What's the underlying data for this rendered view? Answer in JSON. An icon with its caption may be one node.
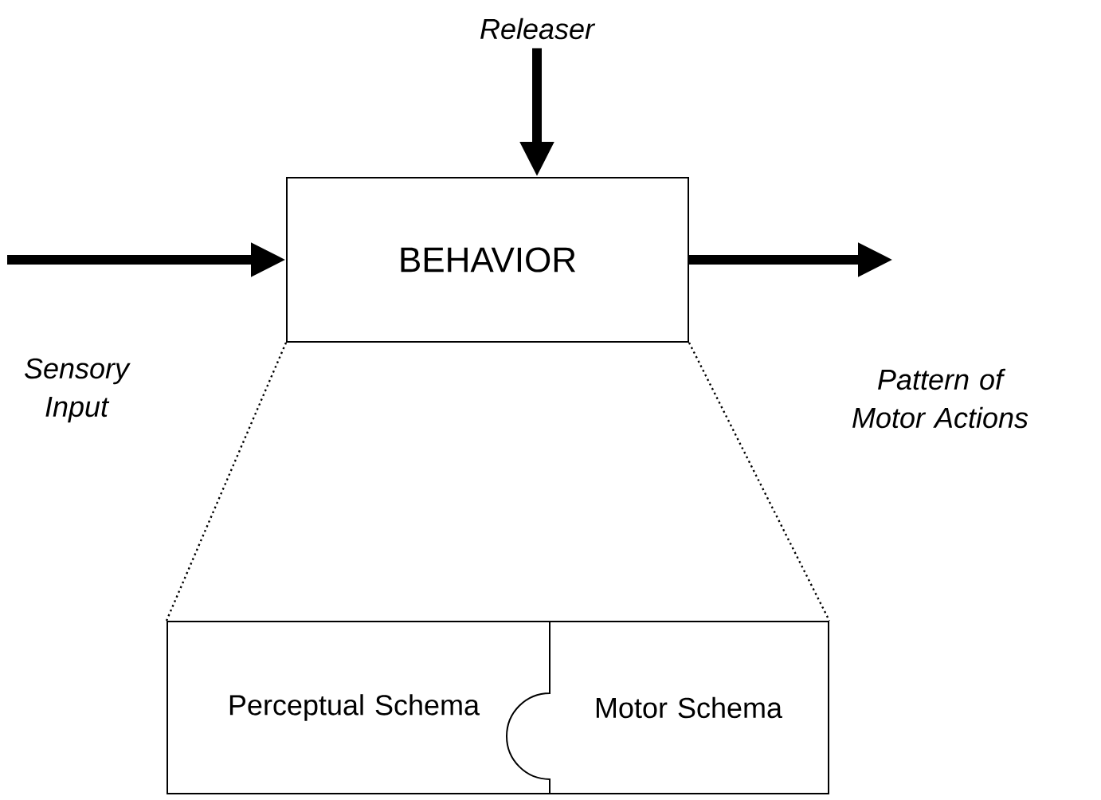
{
  "diagram": {
    "nodes": [
      {
        "text": [
          "Releaser"
        ]
      },
      {
        "text": [
          "BEHAVIOR"
        ]
      },
      {
        "text": [],
        "shape": "box"
      },
      {
        "text": [
          "Perceptual Schema"
        ],
        "in": 2
      },
      {
        "text": [
          "Motor Schema"
        ],
        "in": 2
      }
    ],
    "edges": [
      {
        "from": 0,
        "to": 1,
        "arrow": "to"
      },
      {
        "from": null,
        "to": 1,
        "arrow": "to"
      },
      {
        "from": 1,
        "to": null,
        "arrow": "to"
      },
      {
        "from": 1,
        "to": 2,
        "arrow": "none",
        "style": "dashed"
      },
      {
        "from": 1,
        "to": 2,
        "arrow": "none",
        "style": "dashed"
      }
    ],
    "labels": [
      "Sensory Input",
      "Pattern of Motor Actions"
    ]
  }
}
